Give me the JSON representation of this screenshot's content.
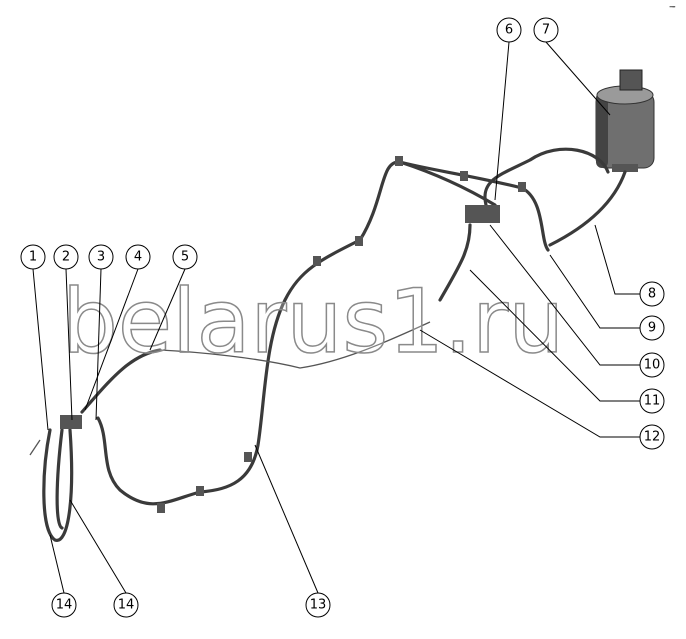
{
  "watermark": "belarus1.ru",
  "corner_mark": "-̶",
  "callouts": [
    {
      "label": "1"
    },
    {
      "label": "2"
    },
    {
      "label": "3"
    },
    {
      "label": "4"
    },
    {
      "label": "5"
    },
    {
      "label": "6"
    },
    {
      "label": "7"
    },
    {
      "label": "8"
    },
    {
      "label": "9"
    },
    {
      "label": "10"
    },
    {
      "label": "11"
    },
    {
      "label": "12"
    },
    {
      "label": "13"
    },
    {
      "label": "14"
    },
    {
      "label": "14"
    }
  ]
}
